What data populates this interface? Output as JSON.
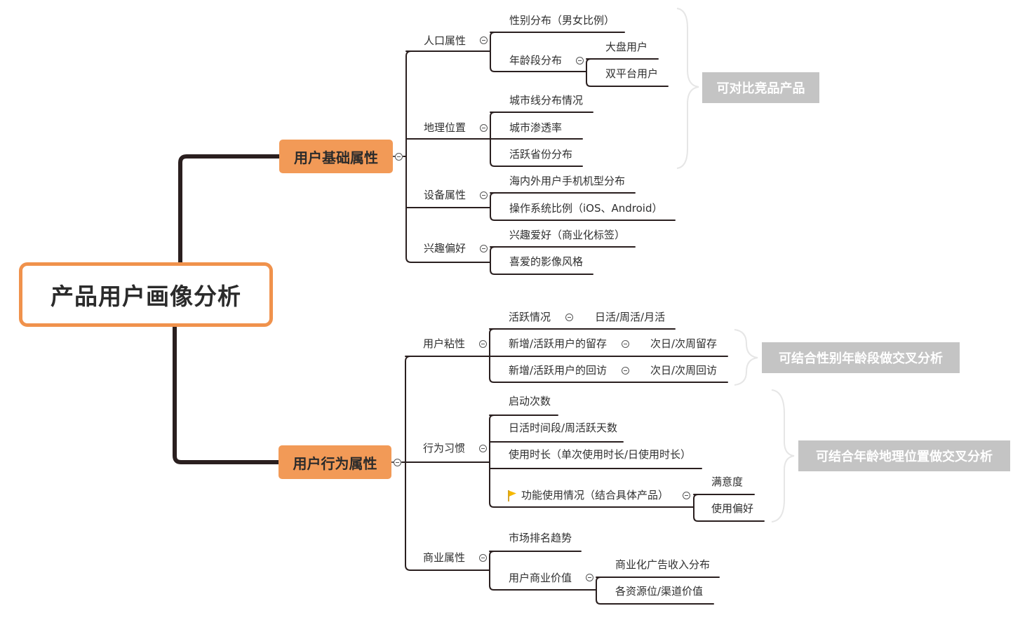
{
  "root": {
    "label": "产品用户画像分析"
  },
  "branch1": {
    "label": "用户基础属性",
    "groups": {
      "population": {
        "label": "人口属性",
        "gender": "性别分布（男女比例）",
        "age": "年龄段分布",
        "age_sub1": "大盘用户",
        "age_sub2": "双平台用户"
      },
      "geo": {
        "label": "地理位置",
        "c1": "城市线分布情况",
        "c2": "城市渗透率",
        "c3": "活跃省份分布"
      },
      "device": {
        "label": "设备属性",
        "c1": "海内外用户手机机型分布",
        "c2": "操作系统比例（iOS、Android）"
      },
      "interest": {
        "label": "兴趣偏好",
        "c1": "兴趣爱好（商业化标签）",
        "c2": "喜爱的影像风格"
      }
    },
    "note": "可对比竞品产品"
  },
  "branch2": {
    "label": "用户行为属性",
    "groups": {
      "stickiness": {
        "label": "用户粘性",
        "c1": "活跃情况",
        "c1_sub": "日活/周活/月活",
        "c2": "新增/活跃用户的留存",
        "c2_sub": "次日/次周留存",
        "c3": "新增/活跃用户的回访",
        "c3_sub": "次日/次周回访"
      },
      "habits": {
        "label": "行为习惯",
        "c1": "启动次数",
        "c2": "日活时间段/周活跃天数",
        "c3": "使用时长（单次使用时长/日使用时长）",
        "c4": "功能使用情况（结合具体产品）",
        "c4_sub1": "满意度",
        "c4_sub2": "使用偏好"
      },
      "business": {
        "label": "商业属性",
        "c1": "市场排名趋势",
        "c2": "用户商业价值",
        "c2_sub1": "商业化广告收入分布",
        "c2_sub2": "各资源位/渠道价值"
      }
    },
    "note1": "可结合性别年龄段做交叉分析",
    "note2": "可结合年龄地理位置做交叉分析"
  },
  "colors": {
    "accent": "#F29A57",
    "root_border": "#F0924C",
    "line": "#2a1f1f",
    "note_bg": "#C4C4C4",
    "flag": "#F5B800"
  },
  "icons": {
    "flag": "flag-icon",
    "collapse": "collapse-icon"
  }
}
